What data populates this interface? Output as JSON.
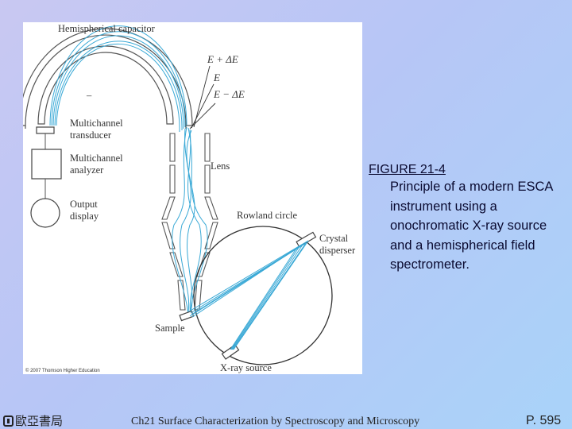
{
  "figure": {
    "labels": {
      "hemispherical_capacitor": "Hemispherical capacitor",
      "e_plus": "E + ΔE",
      "e_center": "E",
      "e_minus": "E − ΔE",
      "minus_sign": "–",
      "multichannel_transducer_1": "Multichannel",
      "multichannel_transducer_2": "transducer",
      "multichannel_analyzer_1": "Multichannel",
      "multichannel_analyzer_2": "analyzer",
      "output_display_1": "Output",
      "output_display_2": "display",
      "lens": "Lens",
      "rowland_circle": "Rowland circle",
      "crystal_disperser_1": "Crystal",
      "crystal_disperser_2": "disperser",
      "sample": "Sample",
      "xray_source": "X-ray source",
      "copyright": "© 2007 Thomson Higher Education"
    },
    "colors": {
      "beam": "#3aa9d6",
      "line": "#555555"
    }
  },
  "caption": {
    "number": "FIGURE 21-4",
    "text": "Principle of a modern ESCA instrument using a onochromatic X-ray source and a hemispherical field spectrometer."
  },
  "footer": {
    "logo_text": "歐亞書局",
    "course": "Ch21 Surface Characterization by Spectroscopy and Microscopy",
    "page": "P. 595"
  }
}
